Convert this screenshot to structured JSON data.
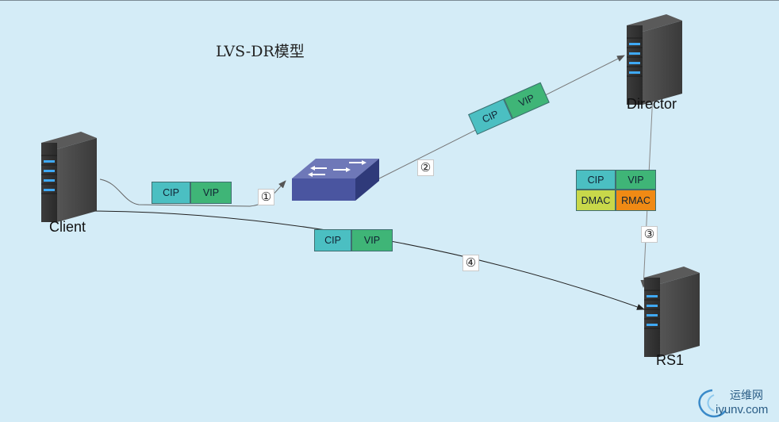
{
  "title": "LVS-DR模型",
  "nodes": {
    "client": "Client",
    "director": "Director",
    "rs1": "RS1"
  },
  "steps": {
    "s1": "①",
    "s2": "②",
    "s3": "③",
    "s4": "④"
  },
  "packets": {
    "p1": {
      "src": "CIP",
      "dst": "VIP"
    },
    "p2": {
      "src": "CIP",
      "dst": "VIP"
    },
    "p3": {
      "src": "CIP",
      "dst": "VIP",
      "dmac": "DMAC",
      "rmac": "RMAC"
    },
    "p4": {
      "src": "CIP",
      "dst": "VIP"
    }
  },
  "colors": {
    "cip": "#4bbfc2",
    "vip": "#3fb577",
    "dmac": "#c8d84a",
    "rmac": "#f08a14",
    "background": "#d4ecf7"
  },
  "watermark": {
    "cn": "运维网",
    "en": "iyunv.com"
  }
}
